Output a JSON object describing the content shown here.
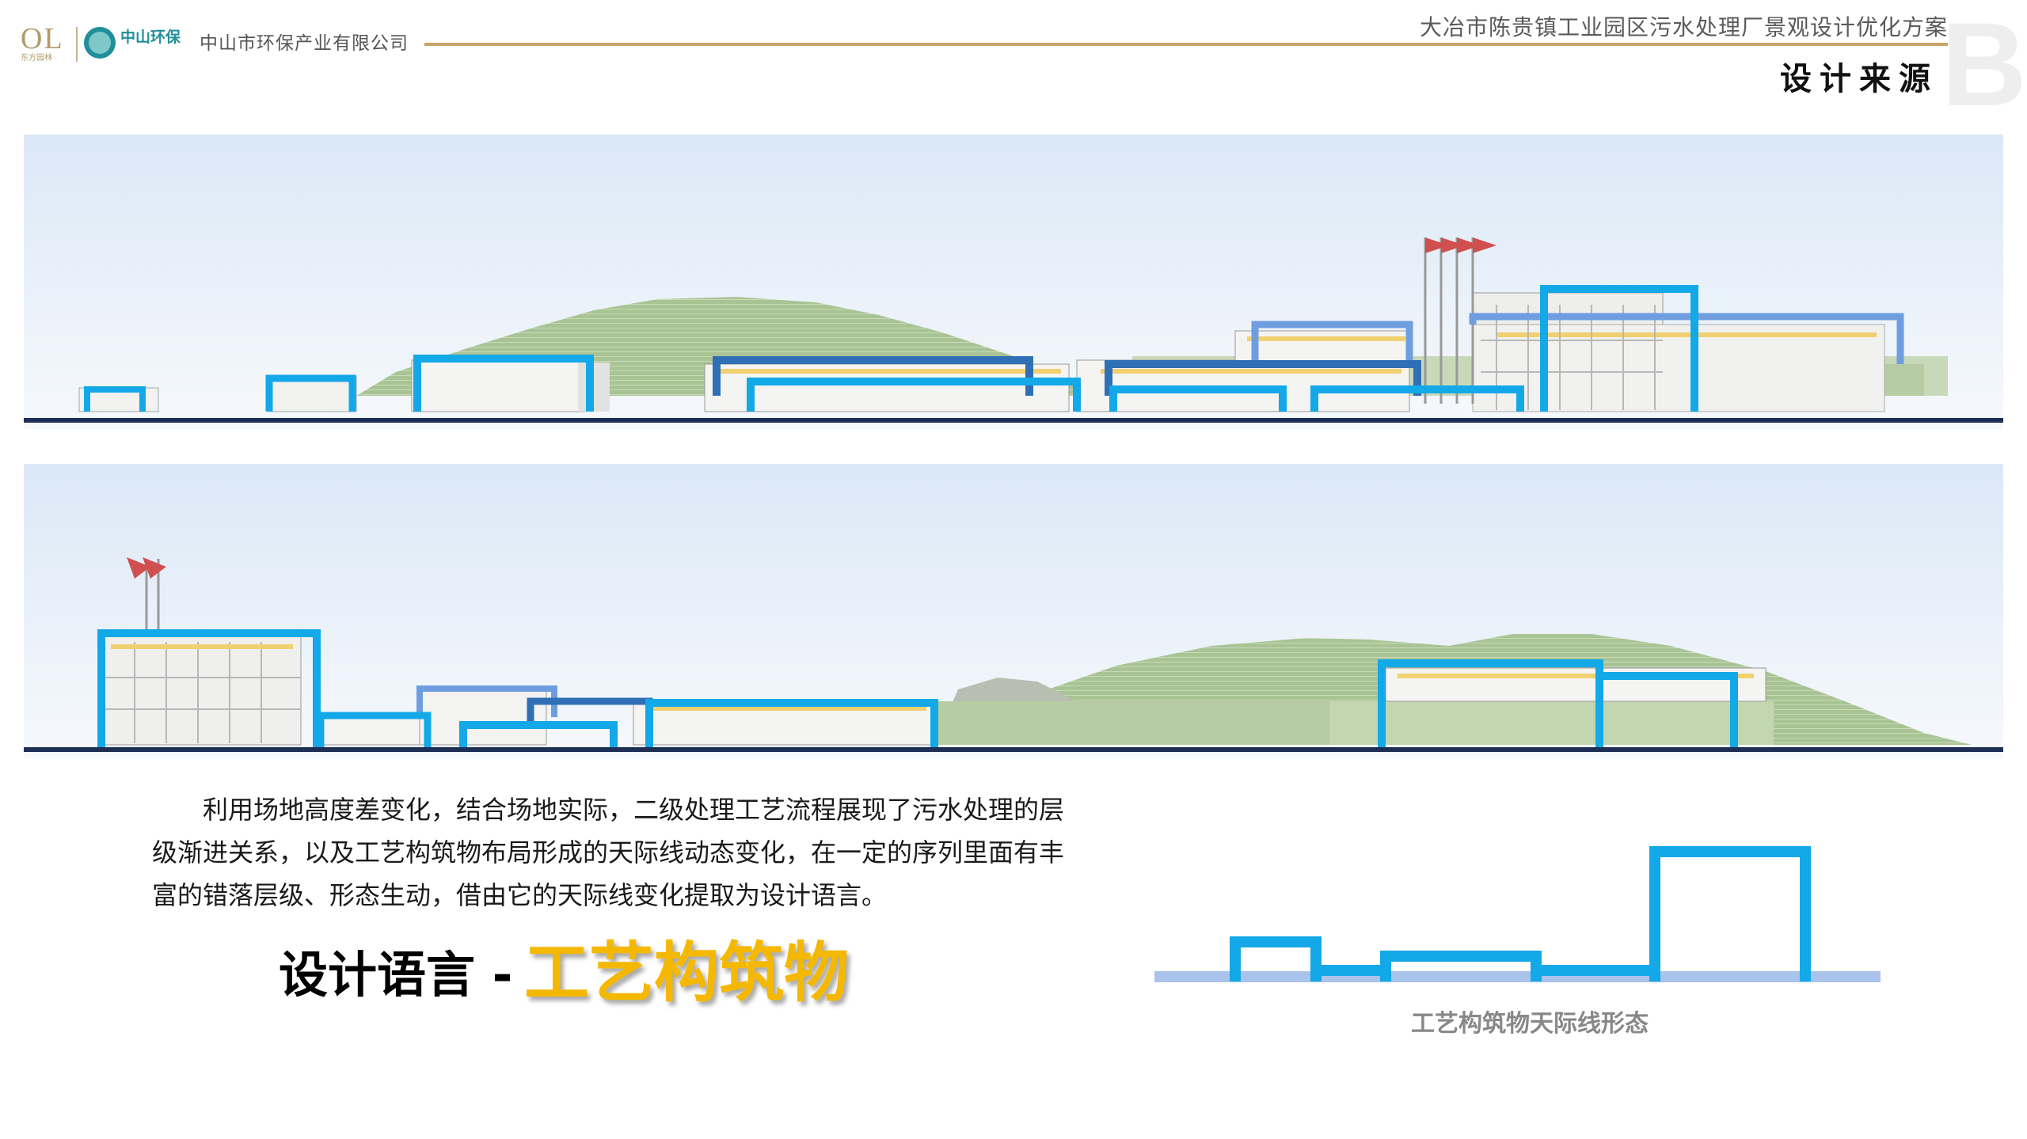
{
  "header": {
    "logo_ol_mark": "OL",
    "logo_ol_sub": "东方园林",
    "logo_zs_name": "中山环保",
    "company": "中山市环保产业有限公司",
    "project_title": "大冶市陈贵镇工业园区污水处理厂景观设计优化方案",
    "section_title": "设计来源",
    "section_letter": "B"
  },
  "colors": {
    "accent_gold": "#c8a56a",
    "structure_blue": "#13a8e8",
    "dark_blue": "#2f6fb5",
    "highlight_yellow": "#f5b800",
    "hill_green": "#a9c494"
  },
  "body": {
    "paragraph": "利用场地高度差变化，结合场地实际，二级处理工艺流程展现了污水处理的层级渐进关系，以及工艺构筑物布局形成的天际线动态变化，在一定的序列里面有丰富的错落层级、形态生动，借由它的天际线变化提取为设计语言。",
    "language_label": "设计语言 -",
    "language_highlight": "工艺构筑物",
    "skyline_caption": "工艺构筑物天际线形态"
  }
}
